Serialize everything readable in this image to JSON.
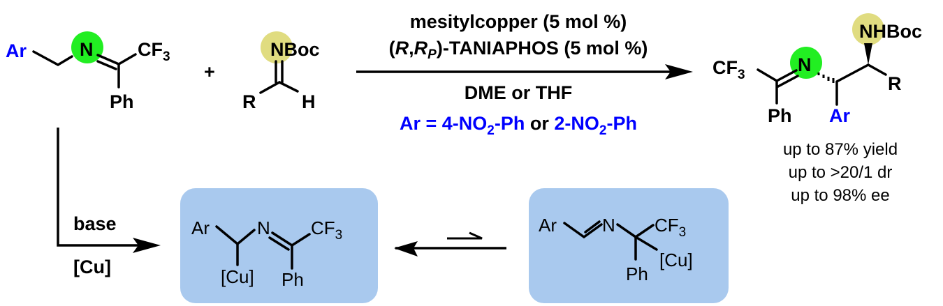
{
  "colors": {
    "imine_n_highlight": "#22ee22",
    "boc_n_highlight": "#e0dc80",
    "intermediate_box": "#a9c9ee",
    "aryl_label": "#0000ff"
  },
  "reactant1": {
    "ar": "Ar",
    "n": "N",
    "cf": "CF",
    "cf_sub": "3",
    "ph": "Ph"
  },
  "plus": "+",
  "reactant2": {
    "nboc": "NBoc",
    "r": "R",
    "h": "H"
  },
  "conditions": {
    "catalyst": "mesitylcopper (5 mol %)",
    "ligand_open": "(",
    "ligand_r": "R",
    "ligand_comma": ",",
    "ligand_rp": "R",
    "ligand_p_sub": "P",
    "ligand_rest": ")-TANIAPHOS (5 mol %)",
    "solvent": "DME or THF",
    "ar_def_1": "Ar = 4-NO",
    "ar_def_sub1": "2",
    "ar_def_2": "-Ph",
    "ar_def_or": " or ",
    "ar_def_3": "2-NO",
    "ar_def_sub2": "2",
    "ar_def_4": "-Ph"
  },
  "product": {
    "cf": "CF",
    "cf_sub": "3",
    "n": "N",
    "ph": "Ph",
    "ar": "Ar",
    "nhboc": "NHBoc",
    "r": "R"
  },
  "results": [
    "up to 87% yield",
    "up to >20/1 dr",
    "up to 98% ee"
  ],
  "side_path": {
    "base": "base",
    "cu": "[Cu]"
  },
  "intermediate1": {
    "ar": "Ar",
    "n": "N",
    "cf": "CF",
    "cf_sub": "3",
    "cu": "[Cu]",
    "ph": "Ph"
  },
  "intermediate2": {
    "ar": "Ar",
    "n": "N",
    "cf": "CF",
    "cf_sub": "3",
    "cu": "[Cu]",
    "ph": "Ph"
  }
}
